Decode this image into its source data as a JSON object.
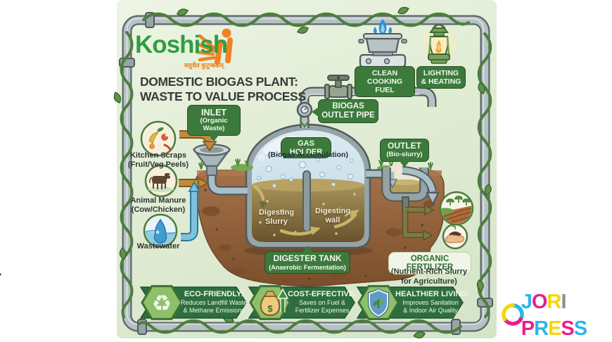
{
  "colors": {
    "brand-green": "#2f9e41",
    "brand-orange": "#f08224",
    "title-color": "#3a3a3a",
    "badge-green": "#3c7a3c",
    "badge-border": "#264f26",
    "banner-green": "#2e6e3e",
    "hex-green": "#8cc06a",
    "fert-pill-bg": "#f1f5e8",
    "fert-pill-text": "#2b6b2f",
    "pipe-gray": "#b6c1c3",
    "vine-green": "#4e7e3d",
    "soil-brown": "#9c6a42",
    "slurry-brown": "#8a7440",
    "glass-blue": "#cfe2ec"
  },
  "brand": {
    "name": "Koshish",
    "tagline": "वसुधैव कुटुम्बकम्"
  },
  "title": {
    "line1": "DOMESTIC BIOGAS PLANT:",
    "line2": "WASTE TO VALUE PROCESS"
  },
  "badges": {
    "clean_cooking": {
      "line1": "CLEAN COOKING",
      "line2": "FUEL"
    },
    "lighting": {
      "line1": "LIGHTING",
      "line2": "& HEATING"
    },
    "biogas_outlet": {
      "line1": "BIOGAS",
      "line2": "OUTLET PIPE"
    },
    "inlet": {
      "line1": "INLET",
      "line2": "(Organic Waste)"
    },
    "gas_holder": {
      "line1": "GAS HOLDER",
      "line2": "(Biogas Accumulation)"
    },
    "outlet": {
      "line1": "OUTLET",
      "line2": "(Bio-slurry)"
    },
    "digester": {
      "line1": "DIGESTER TANK",
      "line2": "(Anaerobic Fermentation)"
    }
  },
  "tank": {
    "left_label_1": "Digesting",
    "left_label_2": "Slurry",
    "right_label_1": "Digesting",
    "right_label_2": "wall"
  },
  "inputs": [
    {
      "label1": "Kitchen Scraps",
      "label2": "(Fruit/Veg Peels)"
    },
    {
      "label1": "Animal Manure",
      "label2": "(Cow/Chicken)"
    },
    {
      "label1": "Wastewater",
      "label2": ""
    }
  ],
  "fertilizer": {
    "title": "ORGANIC FERTILIZER",
    "sub1": "(Nutrient-Rich Slurry",
    "sub2": "for Agriculture)"
  },
  "benefits": [
    {
      "title": "ECO-FRIENDLY:",
      "line1": "Reduces Landfill Waste",
      "line2": "& Methane Emissions",
      "icon": "recycle-icon"
    },
    {
      "title": "COST-EFFECTIVE:",
      "line1": "Saves on Fuel &",
      "line2": "Fertilizer Expenses",
      "icon": "money-bag-icon"
    },
    {
      "title": "HEALTHIER LIVING:",
      "line1": "Improves Sanitation",
      "line2": "& Indoor Air Quality",
      "icon": "shield-leaf-icon"
    }
  ],
  "icons": {
    "recycle": "♻",
    "dollar": "$"
  },
  "watermark": {
    "name": "JORI PRESS",
    "letters": [
      {
        "ch": "J",
        "color": "#2cb6e9"
      },
      {
        "ch": "O",
        "color": "#ec1e8d"
      },
      {
        "ch": "R",
        "color": "#f6d60a"
      },
      {
        "ch": "I",
        "color": "#8d8d8d"
      },
      {
        "ch": "P",
        "color": "#ec1e8d"
      },
      {
        "ch": "R",
        "color": "#2cb6e9"
      },
      {
        "ch": "E",
        "color": "#f6d60a"
      },
      {
        "ch": "S",
        "color": "#ec1e8d"
      },
      {
        "ch": "S",
        "color": "#2cb6e9"
      }
    ]
  }
}
